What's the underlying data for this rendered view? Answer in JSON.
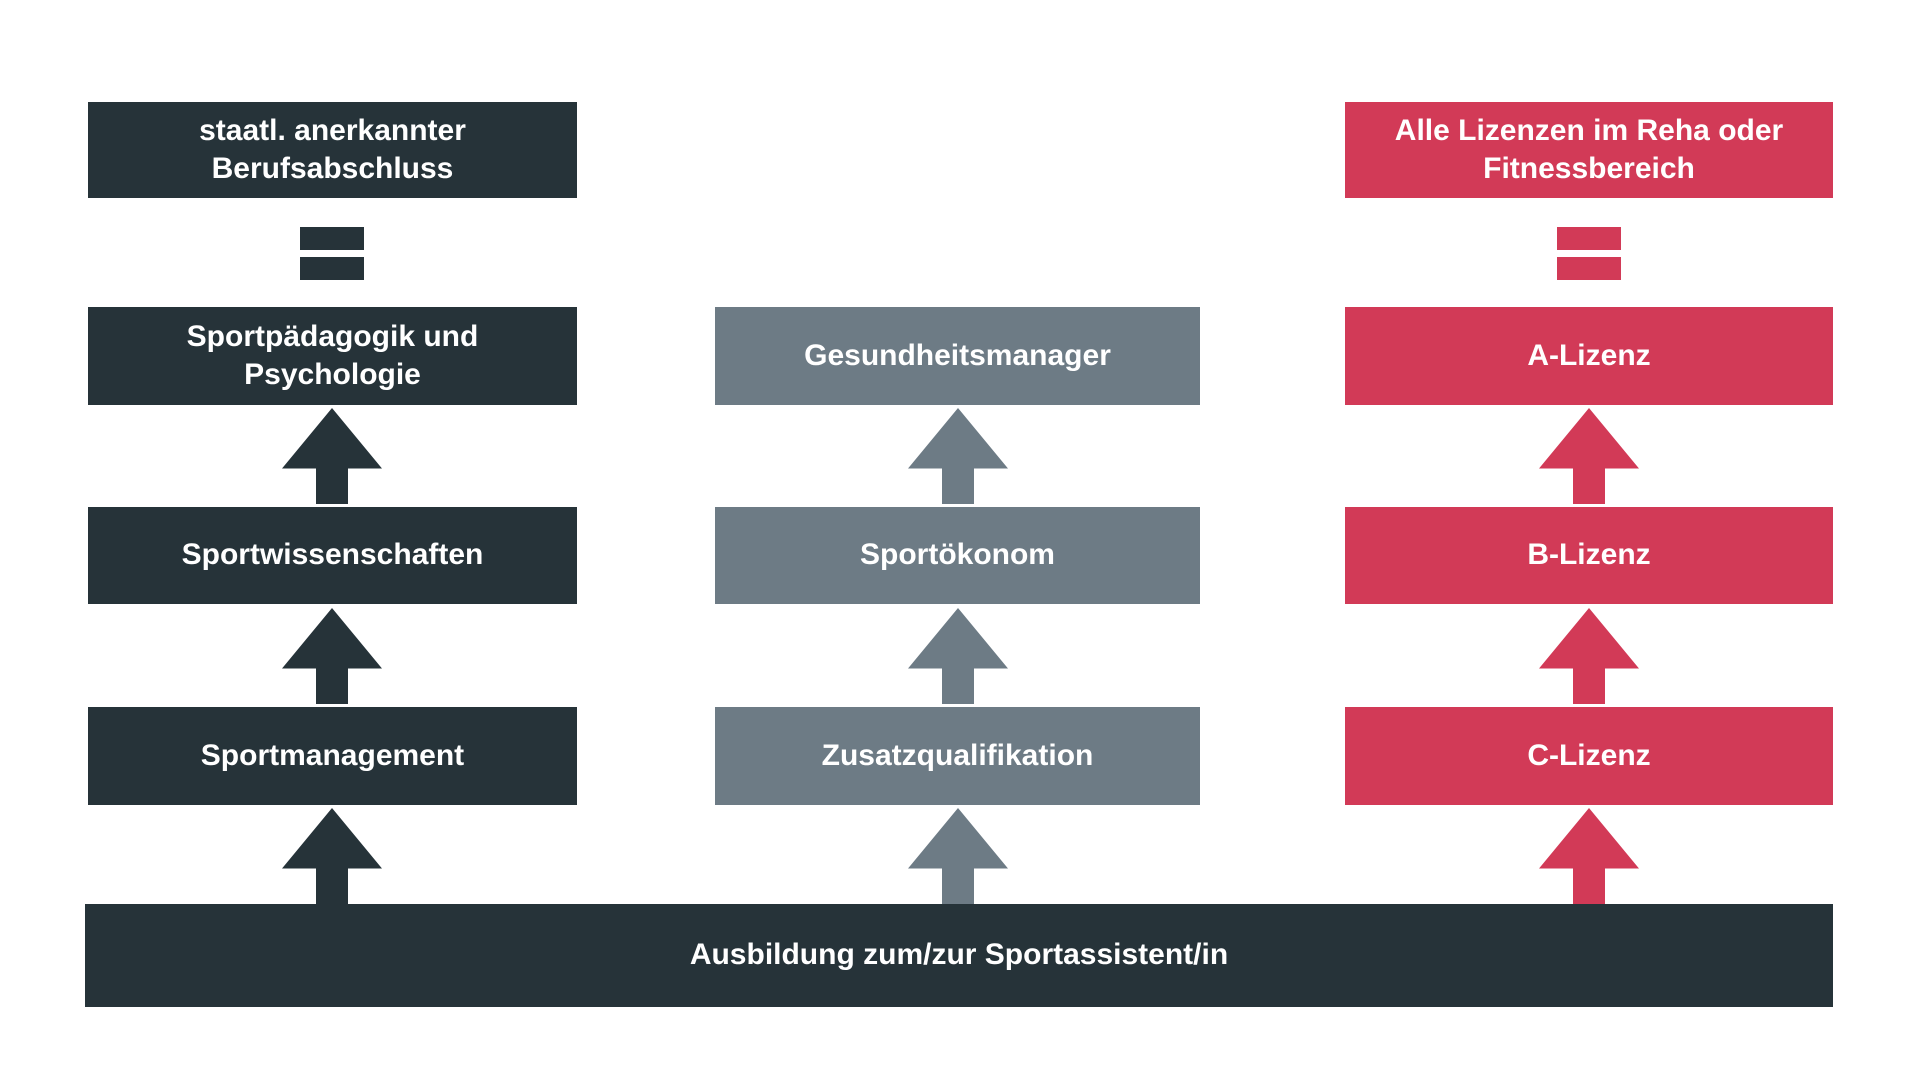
{
  "colors": {
    "dark": "#263339",
    "gray": "#6d7b85",
    "red": "#d23a57",
    "text": "#ffffff",
    "background": "#ffffff"
  },
  "columns": {
    "academic": {
      "result_box": "staatl. anerkannter Berufsabschluss",
      "boxes": [
        "Sportpädagogik und Psychologie",
        "Sportwissenschaften",
        "Sportmanagement"
      ]
    },
    "economy": {
      "boxes": [
        "Gesundheitsmanager",
        "Sportökonom",
        "Zusatzqualifikation"
      ]
    },
    "licenses": {
      "result_box": "Alle Lizenzen im Reha oder Fitnessbereich",
      "boxes": [
        "A-Lizenz",
        "B-Lizenz",
        "C-Lizenz"
      ]
    }
  },
  "base_bar": {
    "label": "Ausbildung zum/zur Sportassistent/in"
  }
}
